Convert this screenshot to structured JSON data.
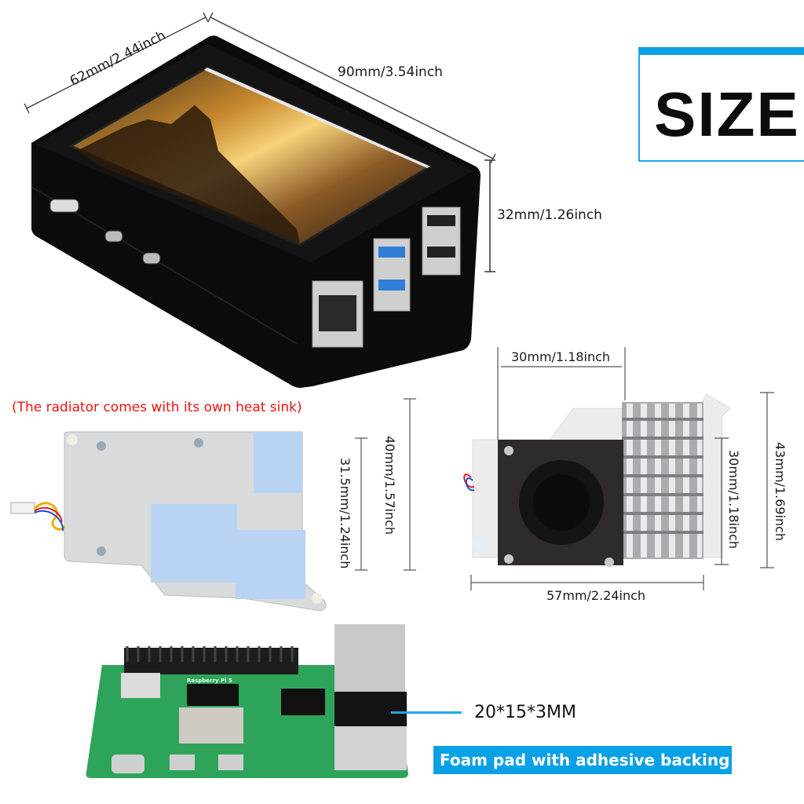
{
  "header": {
    "badge_label": "SIZE",
    "accent_color": "#0aa0e6"
  },
  "case_product": {
    "name": "display-case",
    "dimensions": {
      "width": "62mm/2.44inch",
      "length": "90mm/3.54inch",
      "height": "32mm/1.26inch"
    }
  },
  "radiator_back": {
    "note": "(The radiator comes with its own heat sink)",
    "note_color": "#ee1111",
    "dimensions": {
      "height_outer": "40mm/1.57inch",
      "height_inner": "31.5mm/1.24inch"
    }
  },
  "cooler_front": {
    "dimensions": {
      "fan_width": "30mm/1.18inch",
      "total_width": "57mm/2.24inch",
      "heatsink_height": "30mm/1.18inch",
      "total_height": "43mm/1.69inch"
    }
  },
  "board": {
    "board_label": "Raspberry Pi 5",
    "foam_pad_size": "20*15*3MM",
    "foam_pad_caption": "Foam pad with adhesive backing"
  }
}
